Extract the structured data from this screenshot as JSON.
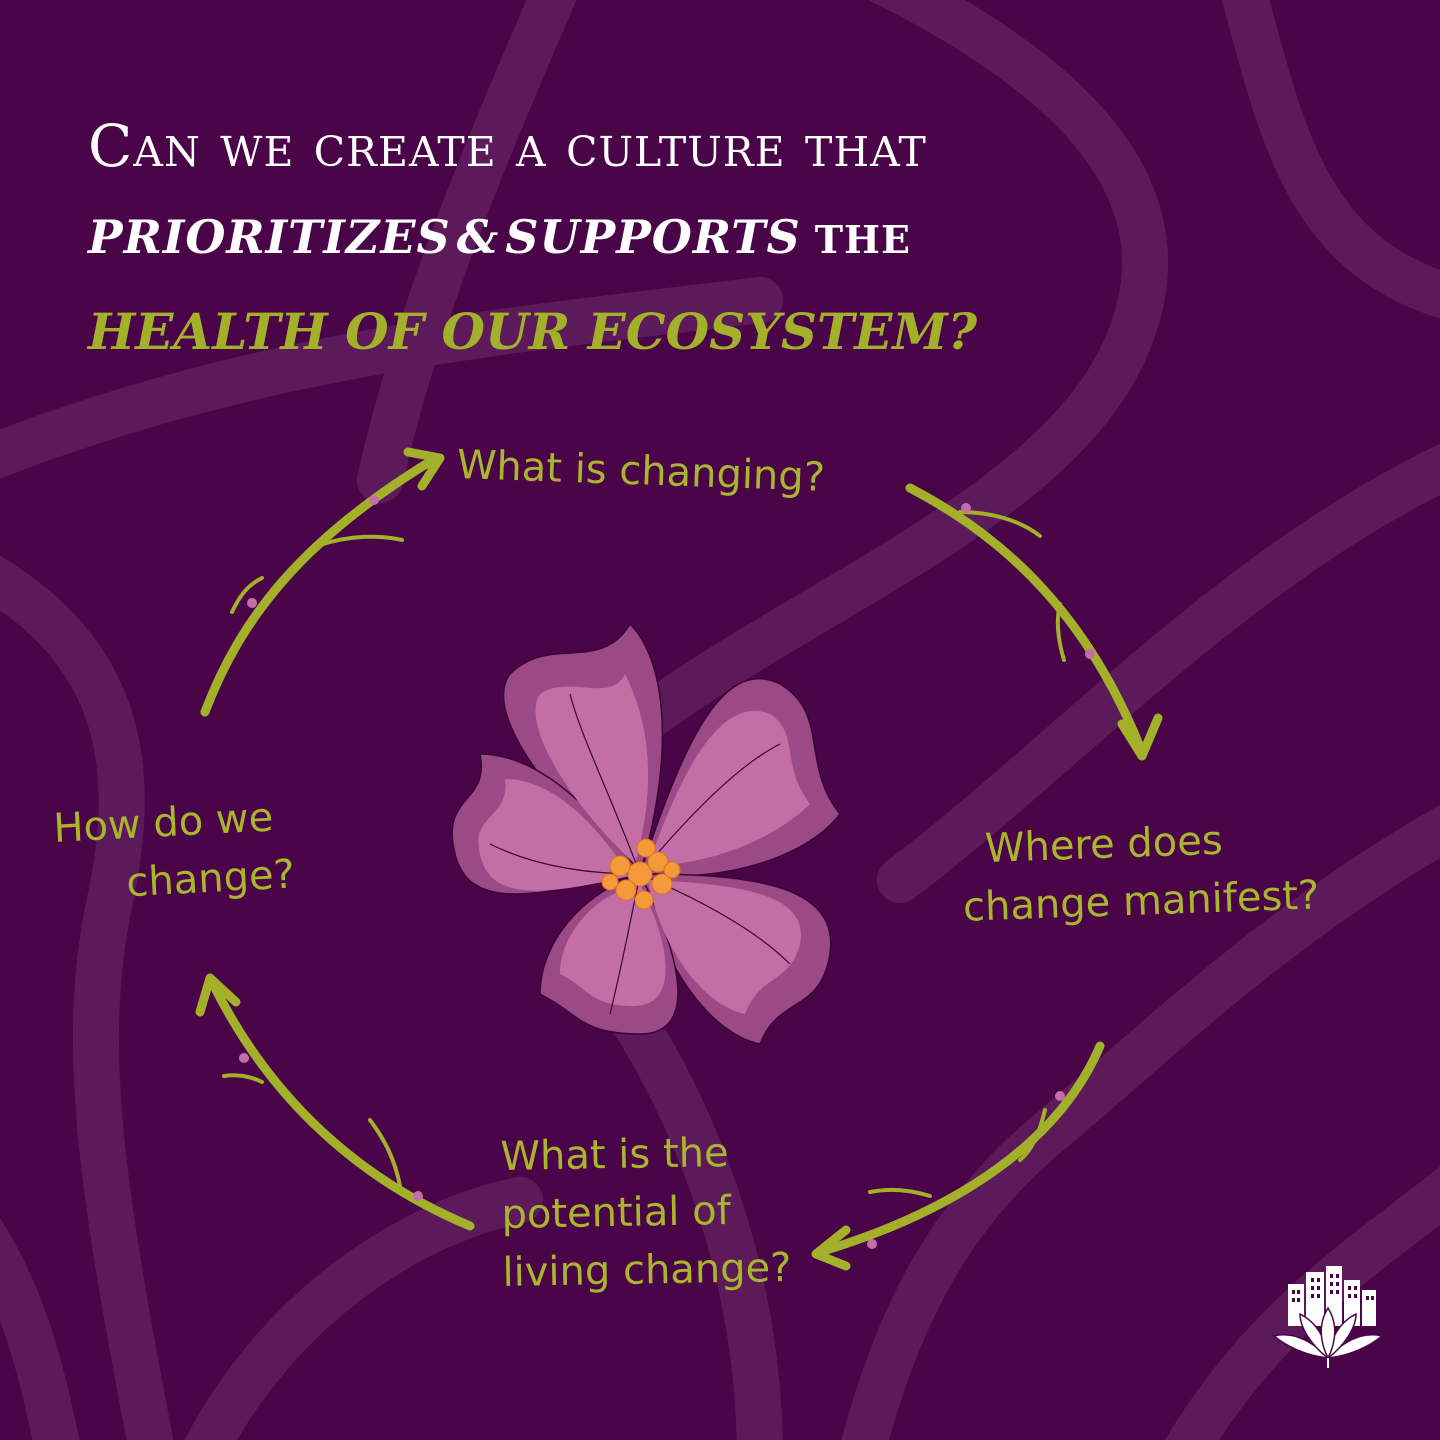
{
  "headline": {
    "line1": "Can we create a culture that",
    "line2_emph1": "PRIORITIZES",
    "line2_amp": "&",
    "line2_emph2": "SUPPORTS",
    "line2_plain": "the",
    "line3": "HEALTH OF OUR ECOSYSTEM?"
  },
  "cycle": {
    "step_top": "What is changing?",
    "step_right_1": "Where does",
    "step_right_2": "change manifest?",
    "step_bottom_1": "What is the",
    "step_bottom_2": "potential of",
    "step_bottom_3": "living change?",
    "step_left_1": "How do we",
    "step_left_2": "change?"
  },
  "icons": {
    "center": "flower-icon",
    "logo": "lotus-buildings-logo-icon",
    "arrows": "vine-arrow-icon"
  },
  "colors": {
    "background": "#4a0549",
    "swirl": "#5c1a5b",
    "accent_green": "#a3b02a",
    "petal_dark": "#9b4a86",
    "petal_light": "#c36fa6",
    "flower_center": "#f39a3a",
    "headline_white": "#ffffff"
  }
}
